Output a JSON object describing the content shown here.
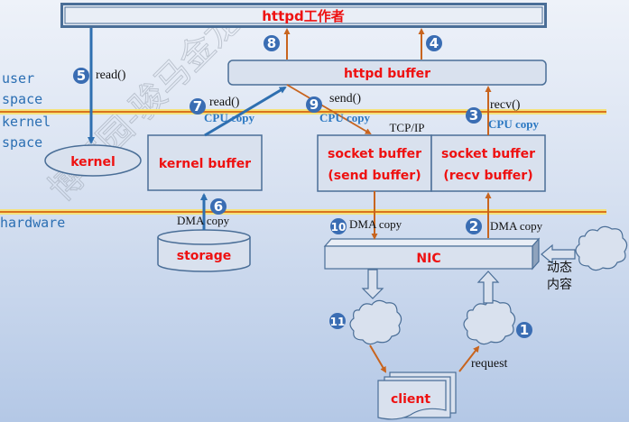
{
  "title": "httpd工作者",
  "zones": {
    "user": [
      "user",
      "space"
    ],
    "kernel": [
      "kernel",
      "space"
    ],
    "hardware": "hardware"
  },
  "boxes": {
    "httpd_worker": "httpd工作者",
    "httpd_buffer": "httpd buffer",
    "kernel": "kernel",
    "kernel_buffer": "kernel buffer",
    "socket_send": [
      "socket buffer",
      "(send buffer)"
    ],
    "socket_recv": [
      "socket buffer",
      "(recv buffer)"
    ],
    "storage": "storage",
    "nic": "NIC",
    "client": "client"
  },
  "labels": {
    "read1": "read()",
    "read2": "read()",
    "send": "send()",
    "recv": "recv()",
    "cpu_copy_7": "CPU copy",
    "cpu_copy_9": "CPU copy",
    "cpu_copy_3": "CPU copy",
    "tcpip": "TCP/IP",
    "dma_copy_6": "DMA copy",
    "dma_copy_10": "DMA copy",
    "dma_copy_2": "DMA copy",
    "request": "request",
    "dynamic_content": [
      "动态",
      "内容"
    ]
  },
  "steps": [
    "1",
    "2",
    "3",
    "4",
    "5",
    "6",
    "7",
    "8",
    "9",
    "10",
    "11"
  ],
  "watermark": "博客园-骏马金龙",
  "colors": {
    "boundary_orange": "#d9731f",
    "boundary_yellow": "#f5e27a",
    "blue_arrow": "#2e6fb0",
    "orange_arrow": "#c8641e",
    "box_fill": "#d9e1ee",
    "box_stroke": "#4a6e97",
    "label_red": "#ee1111",
    "badge": "#3a6db3"
  }
}
